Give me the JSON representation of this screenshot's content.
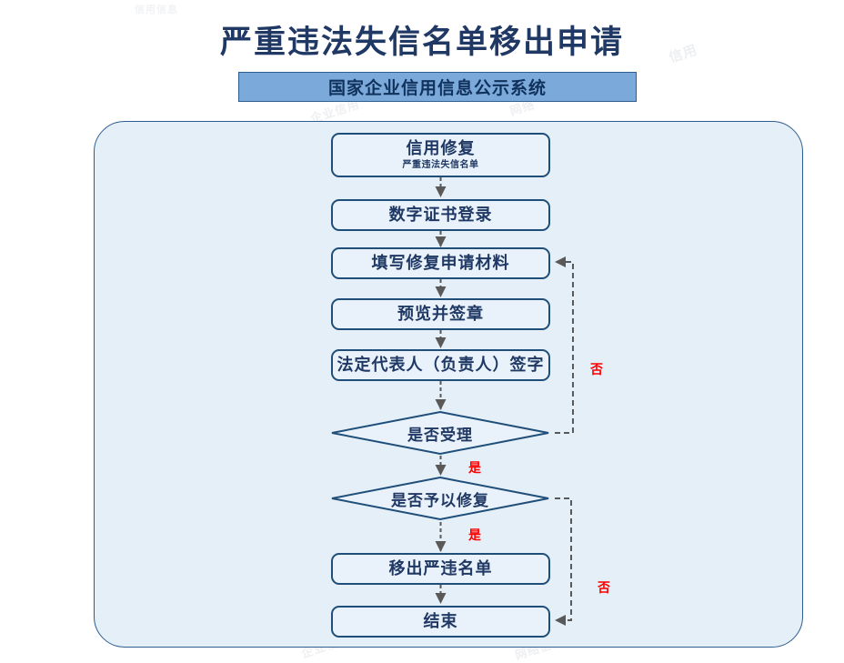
{
  "page": {
    "title": "严重违法失信名单移出申请",
    "banner": "国家企业信用信息公示系统"
  },
  "colors": {
    "title_text": "#1f3864",
    "banner_fill": "#7aa9da",
    "banner_border": "#2e5d8f",
    "container_fill": "#e4eff7",
    "container_border": "#2e5d8f",
    "node_fill": "#e9f2fa",
    "node_border": "#1f4e79",
    "connector": "#595959",
    "branch_label": "#ff0000"
  },
  "flow": {
    "nodes": [
      {
        "id": "credit-repair",
        "shape": "rounded-rect",
        "title": "信用修复",
        "subtitle": "严重违法失信名单"
      },
      {
        "id": "cert-login",
        "shape": "rounded-rect",
        "title": "数字证书登录",
        "subtitle": ""
      },
      {
        "id": "fill-materials",
        "shape": "rounded-rect",
        "title": "填写修复申请材料",
        "subtitle": ""
      },
      {
        "id": "preview-seal",
        "shape": "rounded-rect",
        "title": "预览并签章",
        "subtitle": ""
      },
      {
        "id": "legal-rep-sign",
        "shape": "rounded-rect",
        "title": "法定代表人（负责人）签字",
        "subtitle": ""
      },
      {
        "id": "accept-decision",
        "shape": "diamond",
        "title": "是否受理",
        "subtitle": ""
      },
      {
        "id": "repair-decision",
        "shape": "diamond",
        "title": "是否予以修复",
        "subtitle": ""
      },
      {
        "id": "remove-listing",
        "shape": "rounded-rect",
        "title": "移出严违名单",
        "subtitle": ""
      },
      {
        "id": "end",
        "shape": "rounded-rect",
        "title": "结束",
        "subtitle": ""
      }
    ],
    "branch_labels": [
      {
        "id": "accept-no",
        "text": "否",
        "from": "accept-decision",
        "to": "fill-materials"
      },
      {
        "id": "accept-yes",
        "text": "是",
        "from": "accept-decision",
        "to": "repair-decision"
      },
      {
        "id": "repair-yes",
        "text": "是",
        "from": "repair-decision",
        "to": "remove-listing"
      },
      {
        "id": "repair-no",
        "text": "否",
        "from": "repair-decision",
        "to": "end"
      }
    ]
  },
  "watermarks": {
    "a": "企业信用",
    "b": "网络",
    "c": "信用",
    "d": "企业信用",
    "e": "网络信息",
    "f": "信用信息"
  }
}
